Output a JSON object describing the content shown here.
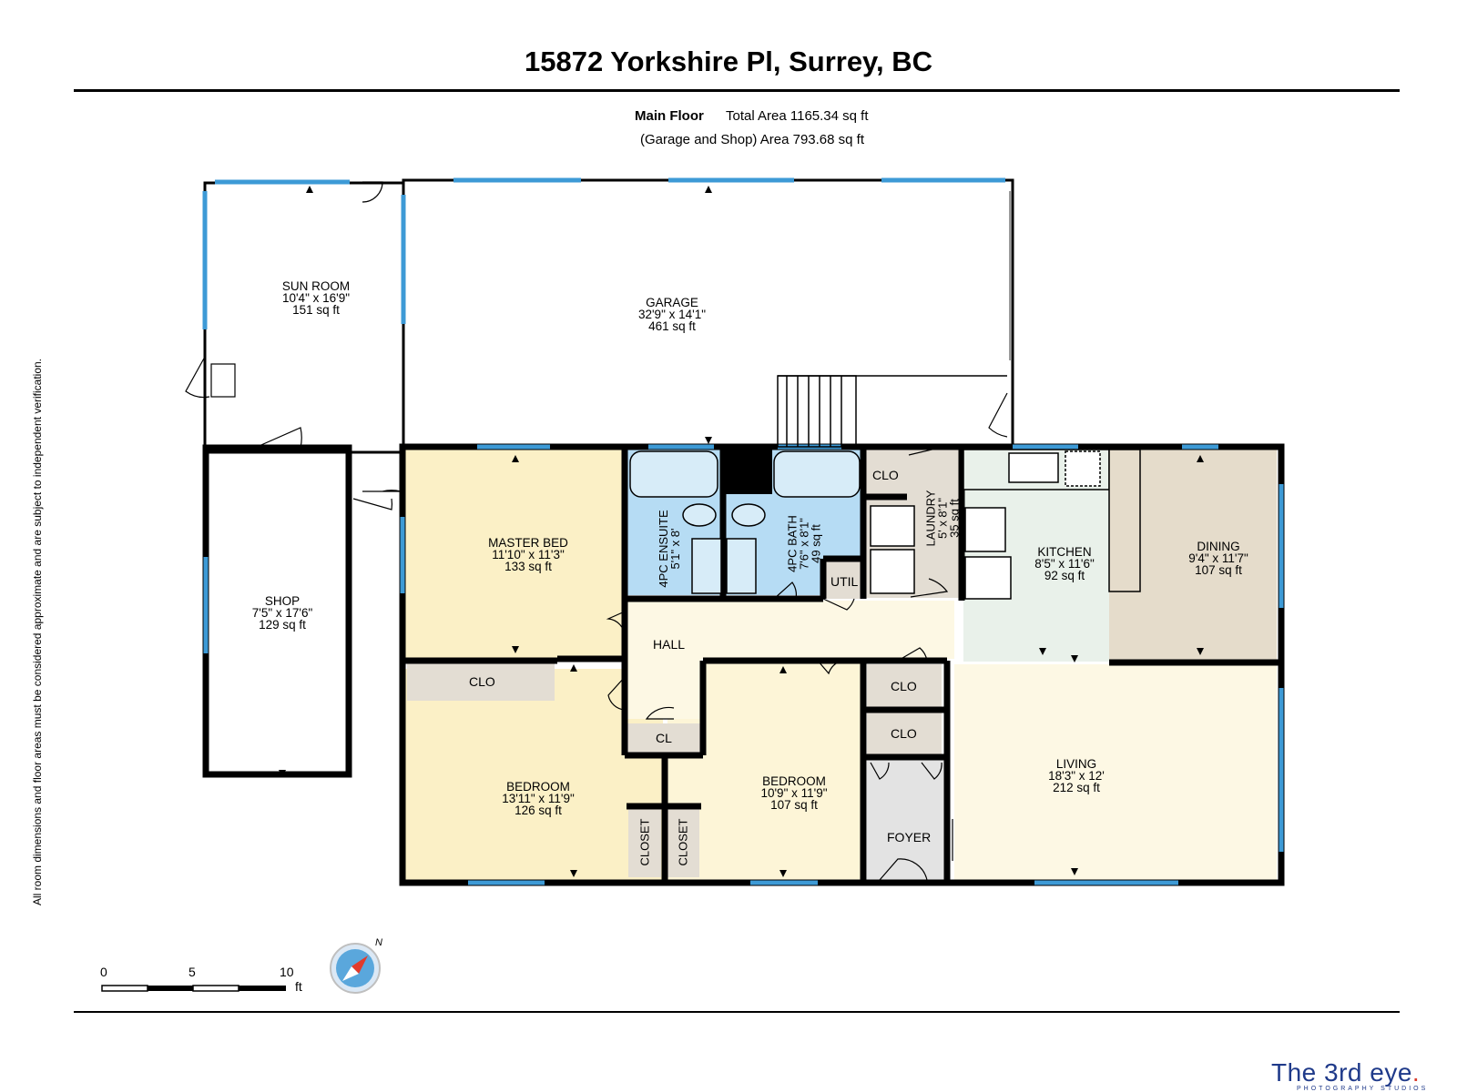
{
  "title": "15872 Yorkshire Pl, Surrey, BC",
  "floor": {
    "label": "Main Floor",
    "total_area": "Total Area 1165.34 sq ft",
    "garage_area": "(Garage and Shop) Area 793.68 sq ft"
  },
  "disclaimer": "All room dimensions and floor areas must be considered approximate and are subject to independent verification.",
  "rooms": [
    {
      "id": "sunroom",
      "name": "SUN ROOM",
      "dims": "10'4\" x 16'9\"",
      "area": "151 sq ft"
    },
    {
      "id": "garage",
      "name": "GARAGE",
      "dims": "32'9\" x 14'1\"",
      "area": "461 sq ft"
    },
    {
      "id": "shop",
      "name": "SHOP",
      "dims": "7'5\" x 17'6\"",
      "area": "129 sq ft"
    },
    {
      "id": "masterbed",
      "name": "MASTER BED",
      "dims": "11'10\" x 11'3\"",
      "area": "133 sq ft"
    },
    {
      "id": "ensuite",
      "name": "4PC ENSUITE",
      "dims": "5'1\" x 8'",
      "area": ""
    },
    {
      "id": "bath",
      "name": "4PC BATH",
      "dims": "7'6\" x 8'1\"",
      "area": "49 sq ft"
    },
    {
      "id": "laundry",
      "name": "LAUNDRY",
      "dims": "5' x 8'1\"",
      "area": "35 sq ft"
    },
    {
      "id": "kitchen",
      "name": "KITCHEN",
      "dims": "8'5\" x 11'6\"",
      "area": "92 sq ft"
    },
    {
      "id": "dining",
      "name": "DINING",
      "dims": "9'4\" x 11'7\"",
      "area": "107 sq ft"
    },
    {
      "id": "bedroom1",
      "name": "BEDROOM",
      "dims": "13'11\" x 11'9\"",
      "area": "126 sq ft"
    },
    {
      "id": "bedroom2",
      "name": "BEDROOM",
      "dims": "10'9\" x 11'9\"",
      "area": "107 sq ft"
    },
    {
      "id": "living",
      "name": "LIVING",
      "dims": "18'3\" x 12'",
      "area": "212 sq ft"
    }
  ],
  "labels": {
    "hall": "HALL",
    "util": "UTIL",
    "clo_laundry": "CLO",
    "clo_master": "CLO",
    "clo_hall1": "CLO",
    "clo_hall2": "CLO",
    "cl": "CL",
    "closet1": "CLOSET",
    "closet2": "CLOSET",
    "foyer": "FOYER"
  },
  "scale": {
    "ticks": [
      "0",
      "5",
      "10"
    ],
    "unit": "ft"
  },
  "compass": {
    "label": "N"
  },
  "logo": {
    "text": "The 3rd eye",
    "dot": ".",
    "sub": "PHOTOGRAPHY STUDIOS"
  },
  "colors": {
    "wall": "#000000",
    "window": "#3d9ad6",
    "bed_fill": "#fbf0c6",
    "bath_fill": "#b6dcf4",
    "living_fill": "#fdf8e4",
    "kitchen_fill": "#e9f1ea",
    "dining_fill": "#e5dccb",
    "closet_fill": "#e3ddd3",
    "foyer_fill": "#e3e3e3"
  }
}
